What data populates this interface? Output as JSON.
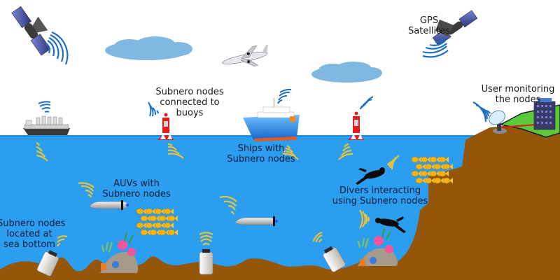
{
  "diagram": {
    "title": "Subnero underwater network deployment scenario",
    "colors": {
      "sky": "#ffffff",
      "sea": "#2c9ef0",
      "seabed": "#96560a",
      "land_grass": "#5cc93a",
      "cloud": "#7fb8e0",
      "signal_air": "#1c6fc4",
      "signal_water": "#e7c23a",
      "buoy_red": "#e31c1c",
      "link_red": "#e01818"
    },
    "labels": {
      "gps": [
        "GPS",
        "Satellites"
      ],
      "buoys": [
        "Subnero nodes",
        "connected to",
        "buoys"
      ],
      "user": [
        "User monitoring",
        "the nodes"
      ],
      "ships": [
        "Ships with",
        "Subnero nodes"
      ],
      "auvs": [
        "AUVs with",
        "Subnero nodes"
      ],
      "divers": [
        "Divers interacting",
        "using Subnero nodes"
      ],
      "seabed": [
        "Subnero nodes",
        "located at",
        "sea bottom"
      ]
    },
    "elements": [
      {
        "id": "satellite-left",
        "kind": "satellite",
        "icon": "satellite-icon"
      },
      {
        "id": "satellite-gps",
        "kind": "satellite",
        "icon": "satellite-icon"
      },
      {
        "id": "cloud-left",
        "kind": "cloud",
        "icon": "cloud-icon"
      },
      {
        "id": "cloud-right",
        "kind": "cloud",
        "icon": "cloud-icon"
      },
      {
        "id": "airplane",
        "kind": "airplane",
        "icon": "airplane-icon"
      },
      {
        "id": "cargo-ship",
        "kind": "ship",
        "icon": "cargo-ship-icon"
      },
      {
        "id": "cruise-ship",
        "kind": "ship",
        "icon": "cruise-ship-icon"
      },
      {
        "id": "buoy-left",
        "kind": "buoy",
        "icon": "buoy-icon"
      },
      {
        "id": "buoy-right",
        "kind": "buoy",
        "icon": "buoy-icon"
      },
      {
        "id": "auv-left",
        "kind": "auv",
        "icon": "auv-icon"
      },
      {
        "id": "auv-right",
        "kind": "auv",
        "icon": "auv-icon"
      },
      {
        "id": "diver-top",
        "kind": "diver",
        "icon": "diver-icon"
      },
      {
        "id": "diver-bottom",
        "kind": "diver",
        "icon": "diver-icon"
      },
      {
        "id": "fish-school-left",
        "kind": "fish",
        "icon": "fish-school-icon"
      },
      {
        "id": "fish-school-right",
        "kind": "fish",
        "icon": "fish-school-icon"
      },
      {
        "id": "coral-left",
        "kind": "coral",
        "icon": "coral-reef-icon"
      },
      {
        "id": "coral-right",
        "kind": "coral",
        "icon": "coral-reef-icon"
      },
      {
        "id": "seabed-node-1",
        "kind": "node",
        "icon": "seabed-node-icon"
      },
      {
        "id": "seabed-node-2",
        "kind": "node",
        "icon": "seabed-node-icon"
      },
      {
        "id": "seabed-node-3",
        "kind": "node",
        "icon": "seabed-node-icon"
      },
      {
        "id": "dish",
        "kind": "antenna",
        "icon": "satellite-dish-icon"
      },
      {
        "id": "building",
        "kind": "building",
        "icon": "office-building-icon"
      }
    ]
  }
}
